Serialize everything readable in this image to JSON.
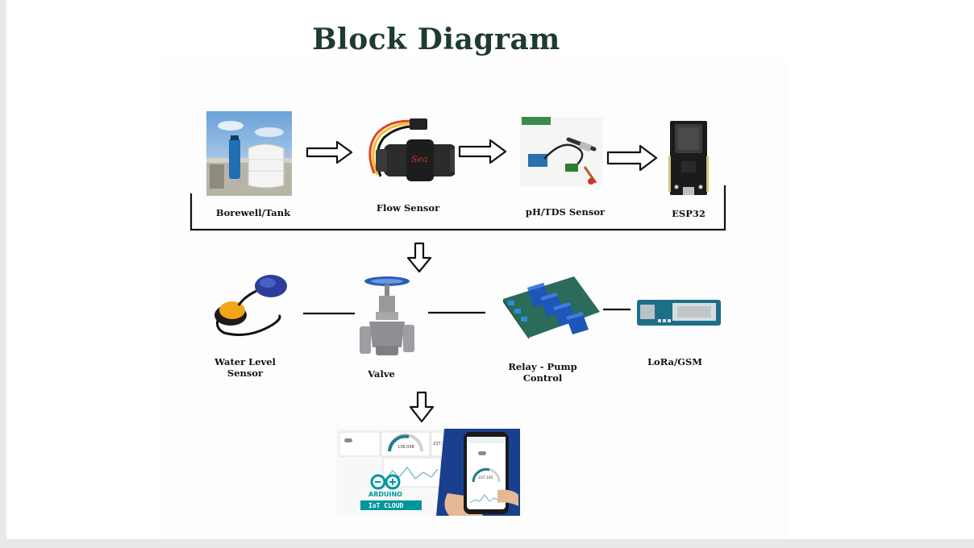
{
  "title": "Block Diagram",
  "nodes": {
    "borewell": {
      "label": "Borewell/Tank"
    },
    "flow": {
      "label": "Flow Sensor"
    },
    "ph_tds": {
      "label": "pH/TDS Sensor"
    },
    "esp32": {
      "label": "ESP32"
    },
    "water_level": {
      "label_line1": "Water Level",
      "label_line2": "Sensor"
    },
    "valve": {
      "label": "Valve"
    },
    "relay": {
      "label_line1": "Relay - Pump",
      "label_line2": "Control"
    },
    "lora": {
      "label": "LoRa/GSM"
    }
  },
  "cloud": {
    "brand": "ARDUINO",
    "product": "IoT CLOUD",
    "readout_1": "136.008",
    "readout_2": "237.165",
    "readout_3": "237.165"
  },
  "icons": [
    "tank-photo",
    "flow-sensor-photo",
    "ph-sensor-photo",
    "esp32-board-photo",
    "float-switch-photo",
    "valve-photo",
    "relay-module-photo",
    "lora-module-photo",
    "arduino-iot-cloud-photo"
  ]
}
